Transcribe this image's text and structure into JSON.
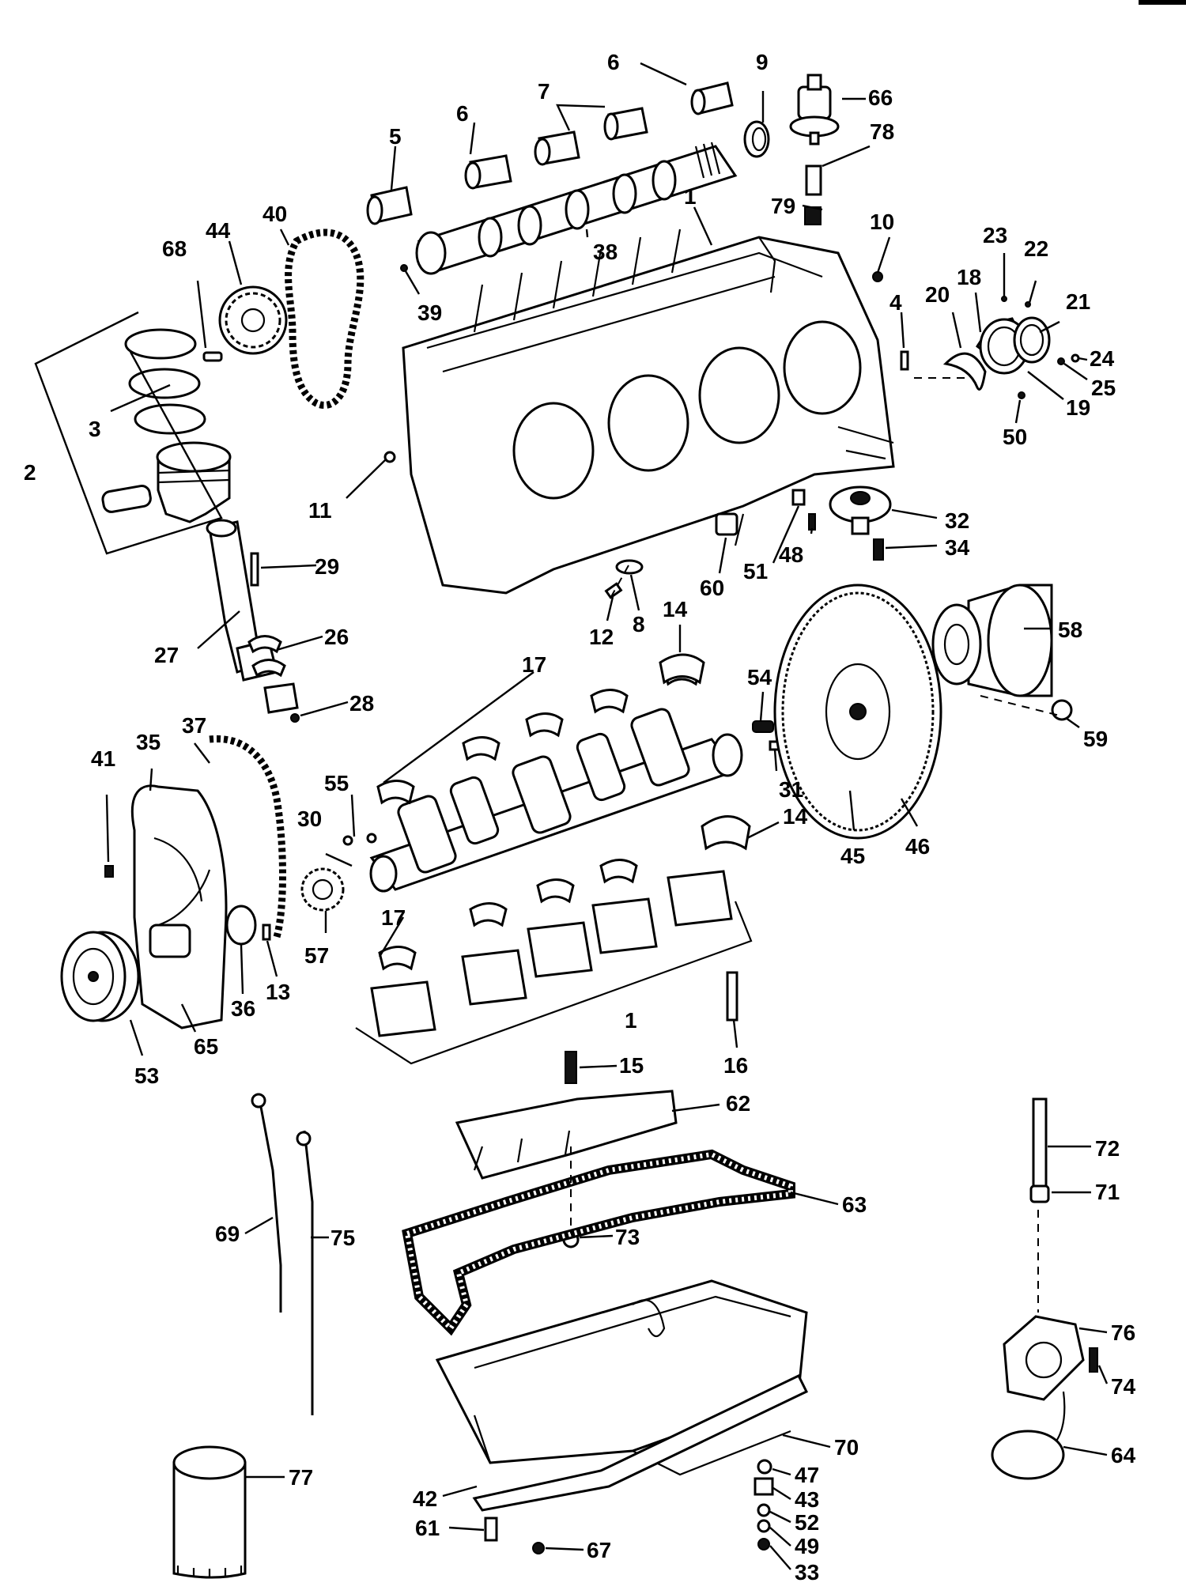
{
  "callouts": [
    {
      "id": "6a",
      "label": "6"
    },
    {
      "id": "6b",
      "label": "6"
    },
    {
      "id": "7",
      "label": "7"
    },
    {
      "id": "9",
      "label": "9"
    },
    {
      "id": "66",
      "label": "66"
    },
    {
      "id": "78",
      "label": "78"
    },
    {
      "id": "5",
      "label": "5"
    },
    {
      "id": "79",
      "label": "79"
    },
    {
      "id": "10",
      "label": "10"
    },
    {
      "id": "40",
      "label": "40"
    },
    {
      "id": "44",
      "label": "44"
    },
    {
      "id": "68",
      "label": "68"
    },
    {
      "id": "1a",
      "label": "1"
    },
    {
      "id": "38",
      "label": "38"
    },
    {
      "id": "39",
      "label": "39"
    },
    {
      "id": "23",
      "label": "23"
    },
    {
      "id": "22",
      "label": "22"
    },
    {
      "id": "21",
      "label": "21"
    },
    {
      "id": "18",
      "label": "18"
    },
    {
      "id": "20",
      "label": "20"
    },
    {
      "id": "4",
      "label": "4"
    },
    {
      "id": "24",
      "label": "24"
    },
    {
      "id": "25",
      "label": "25"
    },
    {
      "id": "19",
      "label": "19"
    },
    {
      "id": "50",
      "label": "50"
    },
    {
      "id": "3",
      "label": "3"
    },
    {
      "id": "2",
      "label": "2"
    },
    {
      "id": "11",
      "label": "11"
    },
    {
      "id": "32",
      "label": "32"
    },
    {
      "id": "34",
      "label": "34"
    },
    {
      "id": "51",
      "label": "51"
    },
    {
      "id": "48",
      "label": "48"
    },
    {
      "id": "29",
      "label": "29"
    },
    {
      "id": "60",
      "label": "60"
    },
    {
      "id": "8",
      "label": "8"
    },
    {
      "id": "12",
      "label": "12"
    },
    {
      "id": "14a",
      "label": "14"
    },
    {
      "id": "58",
      "label": "58"
    },
    {
      "id": "26",
      "label": "26"
    },
    {
      "id": "27",
      "label": "27"
    },
    {
      "id": "17a",
      "label": "17"
    },
    {
      "id": "54",
      "label": "54"
    },
    {
      "id": "28",
      "label": "28"
    },
    {
      "id": "59",
      "label": "59"
    },
    {
      "id": "37",
      "label": "37"
    },
    {
      "id": "41",
      "label": "41"
    },
    {
      "id": "35",
      "label": "35"
    },
    {
      "id": "31",
      "label": "31"
    },
    {
      "id": "55",
      "label": "55"
    },
    {
      "id": "30",
      "label": "30"
    },
    {
      "id": "14b",
      "label": "14"
    },
    {
      "id": "45",
      "label": "45"
    },
    {
      "id": "46",
      "label": "46"
    },
    {
      "id": "17b",
      "label": "17"
    },
    {
      "id": "57",
      "label": "57"
    },
    {
      "id": "36",
      "label": "36"
    },
    {
      "id": "13",
      "label": "13"
    },
    {
      "id": "1b",
      "label": "1"
    },
    {
      "id": "65",
      "label": "65"
    },
    {
      "id": "53",
      "label": "53"
    },
    {
      "id": "16",
      "label": "16"
    },
    {
      "id": "15",
      "label": "15"
    },
    {
      "id": "62",
      "label": "62"
    },
    {
      "id": "72",
      "label": "72"
    },
    {
      "id": "71",
      "label": "71"
    },
    {
      "id": "63",
      "label": "63"
    },
    {
      "id": "69",
      "label": "69"
    },
    {
      "id": "75",
      "label": "75"
    },
    {
      "id": "73",
      "label": "73"
    },
    {
      "id": "76",
      "label": "76"
    },
    {
      "id": "74",
      "label": "74"
    },
    {
      "id": "70",
      "label": "70"
    },
    {
      "id": "64",
      "label": "64"
    },
    {
      "id": "77",
      "label": "77"
    },
    {
      "id": "47",
      "label": "47"
    },
    {
      "id": "42",
      "label": "42"
    },
    {
      "id": "43",
      "label": "43"
    },
    {
      "id": "61",
      "label": "61"
    },
    {
      "id": "52",
      "label": "52"
    },
    {
      "id": "49",
      "label": "49"
    },
    {
      "id": "67",
      "label": "67"
    },
    {
      "id": "33",
      "label": "33"
    }
  ]
}
